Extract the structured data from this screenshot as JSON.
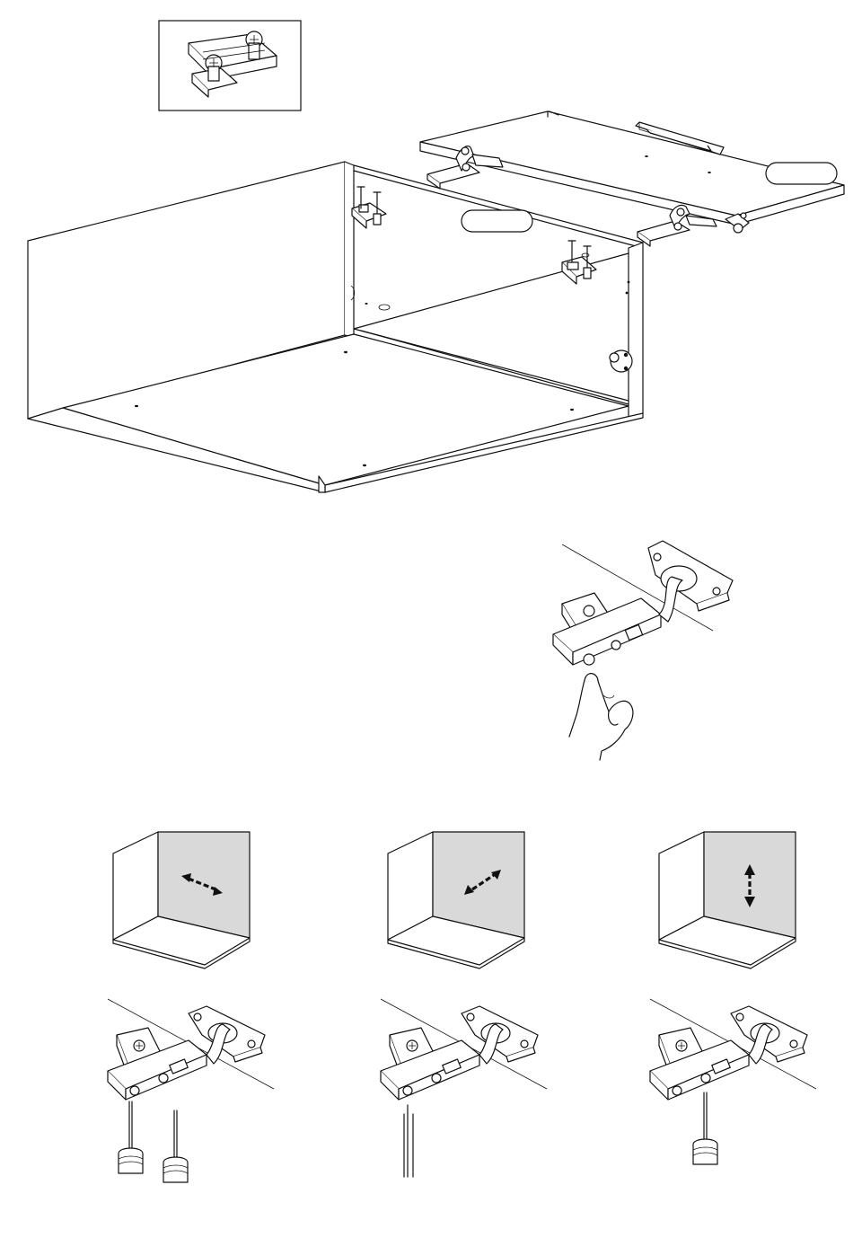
{
  "page": {
    "title": "",
    "callouts": {
      "door_label": "",
      "cabinet_label": ""
    }
  },
  "figures": [
    {
      "id": "detail-hinge-plate",
      "icon": "hinge-mounting-plate"
    },
    {
      "id": "cabinet-assembly",
      "icon": "wall-cabinet-with-flap-door"
    },
    {
      "id": "hinge-clip-on",
      "icon": "hinge-clip-with-finger"
    },
    {
      "id": "adjust-side",
      "icon": "horizontal-adjustment-arrow"
    },
    {
      "id": "adjust-depth",
      "icon": "depth-adjustment-arrow"
    },
    {
      "id": "adjust-height",
      "icon": "vertical-adjustment-arrow"
    }
  ]
}
